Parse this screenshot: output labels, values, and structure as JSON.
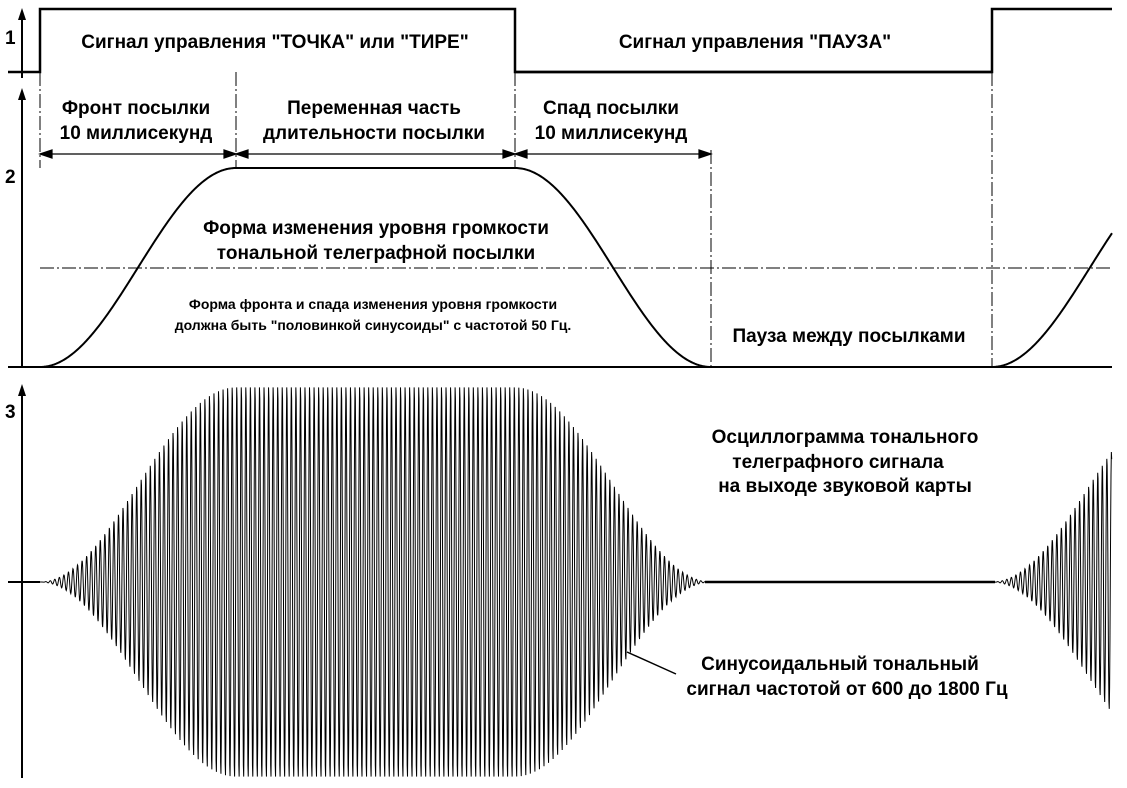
{
  "axes": {
    "row1_number": "1",
    "row2_number": "2",
    "row3_number": "3"
  },
  "row1": {
    "control_mark_label": "Сигнал управления \"ТОЧКА\" или \"ТИРЕ\"",
    "control_pause_label": "Сигнал управления \"ПАУЗА\""
  },
  "row2": {
    "front_line1": "Фронт посылки",
    "front_line2": "10 миллисекунд",
    "variable_line1": "Переменная часть",
    "variable_line2": "длительности посылки",
    "decay_line1": "Спад посылки",
    "decay_line2": "10 миллисекунд",
    "envelope_title_line1": "Форма изменения уровня громкости",
    "envelope_title_line2": "тональной телеграфной посылки",
    "note_line1": "Форма фронта и спада изменения уровня громкости",
    "note_line2": "должна быть \"половинкой синусоиды\" с частотой 50 Гц.",
    "pause_label": "Пауза между посылками"
  },
  "row3": {
    "osc_title_line1": "Осциллограмма тонального",
    "osc_title_line2": "телеграфного сигнала",
    "osc_title_line3": "на выходе звуковой карты",
    "sine_label_line1": "Синусоидальный тональный",
    "sine_label_line2": "сигнал частотой от 600 до 1800 Гц"
  },
  "colors": {
    "ink": "#000000",
    "background": "#ffffff"
  }
}
